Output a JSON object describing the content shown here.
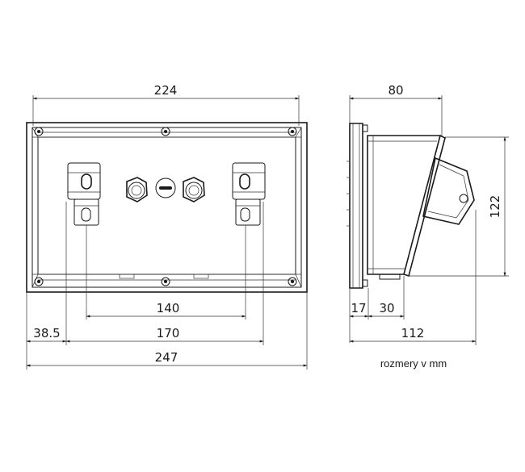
{
  "dimensions": {
    "front_width_inner": "224",
    "front_hole_spacing": "140",
    "front_bracket_spacing": "170",
    "front_offset": "38.5",
    "front_total_width": "247",
    "side_depth_top": "80",
    "side_height": "122",
    "side_flange": "17",
    "side_offset": "30",
    "side_total_depth": "112"
  },
  "note": "rozmery v mm"
}
